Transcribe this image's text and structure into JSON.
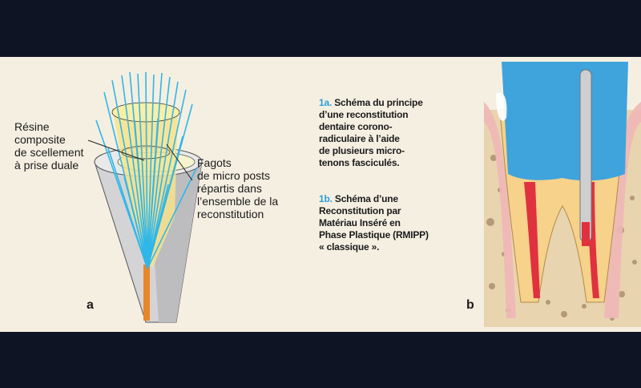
{
  "labels": {
    "resin": [
      "Résine",
      "composite",
      "de scellement",
      "à prise duale"
    ],
    "fagots": [
      "Fagots",
      "de micro posts",
      "répartis dans",
      "l’ensemble de la",
      "reconstitution"
    ]
  },
  "figure_letters": {
    "a": "a",
    "b": "b"
  },
  "captions": [
    {
      "num": "1a.",
      "lines": [
        "Schéma du principe",
        "d’une reconstitution",
        "dentaire corono-",
        "radiculaire à l’aide",
        "de plusieurs micro-",
        "tenons fasciculés."
      ]
    },
    {
      "num": "1b.",
      "lines": [
        "Schéma d’une",
        "Reconstitution par",
        "Matériau Inséré en",
        "Phase Plastique (RMIPP)",
        "« classique »."
      ]
    }
  ],
  "colors": {
    "background": "#f5efe2",
    "frame": "#0e1424",
    "fiber": "#2fb7e8",
    "resin_yellow": "#f8e28a",
    "root_grey": "#d4d4d6",
    "canal_orange": "#e8862a",
    "crown_blue": "#3fa3dc",
    "pulp_red": "#e0313f",
    "bone": "#e9d4b0",
    "accent_caption": "#2a9fd8"
  }
}
